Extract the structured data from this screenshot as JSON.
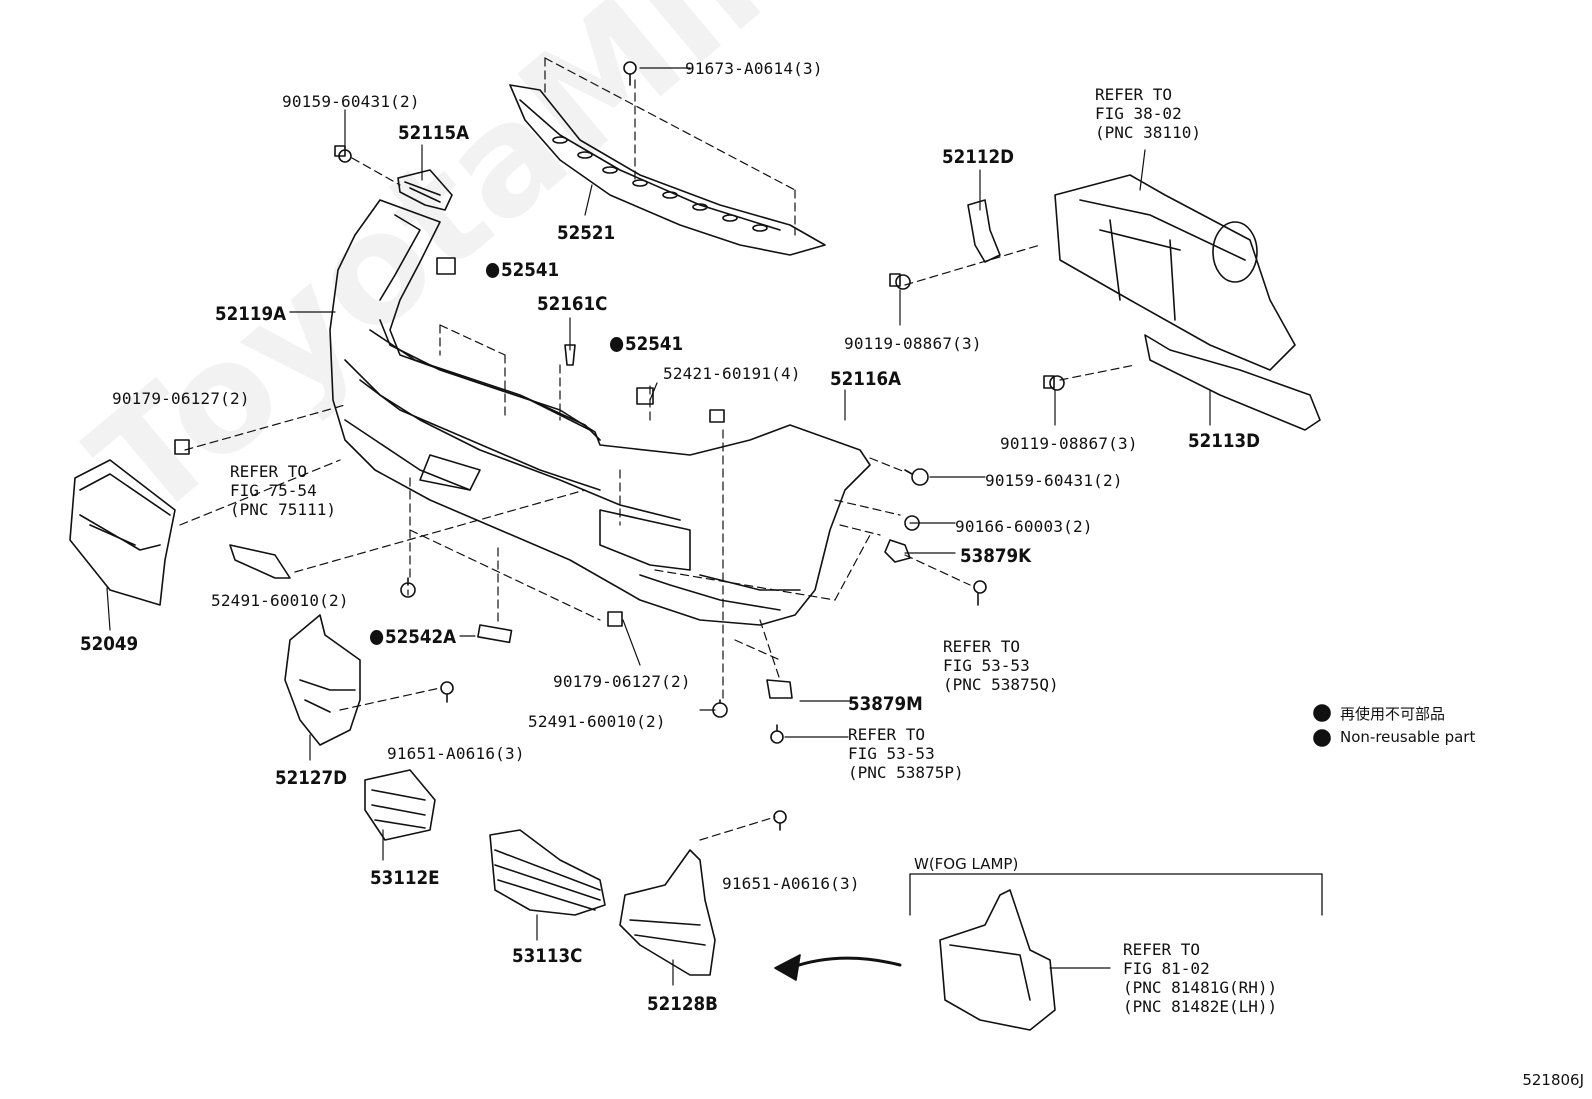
{
  "watermark": "ToyotaMine.ru",
  "figure_code": "521806J",
  "labels": {
    "p91673": "91673-A0614(3)",
    "p90159a": "90159-60431(2)",
    "p52115A": "52115A",
    "p52521": "52521",
    "p52541a": "52541",
    "p52119A": "52119A",
    "p52161C": "52161C",
    "p52541b": "52541",
    "p52421": "52421-60191(4)",
    "p52116A": "52116A",
    "p90179a": "90179-06127(2)",
    "p52049": "52049",
    "p52491a": "52491-60010(2)",
    "p52542A": "52542A",
    "p52127D": "52127D",
    "p91651a": "91651-A0616(3)",
    "p53112E": "53112E",
    "p53113C": "53113C",
    "p52128B": "52128B",
    "p91651b": "91651-A0616(3)",
    "p90179b": "90179-06127(2)",
    "p52491b": "52491-60010(2)",
    "p53879M": "53879M",
    "p90159b": "90159-60431(2)",
    "p90166": "90166-60003(2)",
    "p53879K": "53879K",
    "p52112D": "52112D",
    "p90119a": "90119-08867(3)",
    "p90119b": "90119-08867(3)",
    "p52113D": "52113D"
  },
  "refs": {
    "r38": "REFER TO\nFIG 38-02\n(PNC 38110)",
    "r75": "REFER TO\nFIG 75-54\n(PNC 75111)",
    "r53q": "REFER TO\nFIG 53-53\n(PNC 53875Q)",
    "r53p": "REFER TO\nFIG 53-53\n(PNC 53875P)",
    "r81": "REFER TO\nFIG 81-02\n(PNC 81481G(RH))\n(PNC 81482E(LH))"
  },
  "fog_lamp_label": "W(FOG LAMP)",
  "legend": {
    "jp": "再使用不可部品",
    "en": "Non-reusable part"
  }
}
